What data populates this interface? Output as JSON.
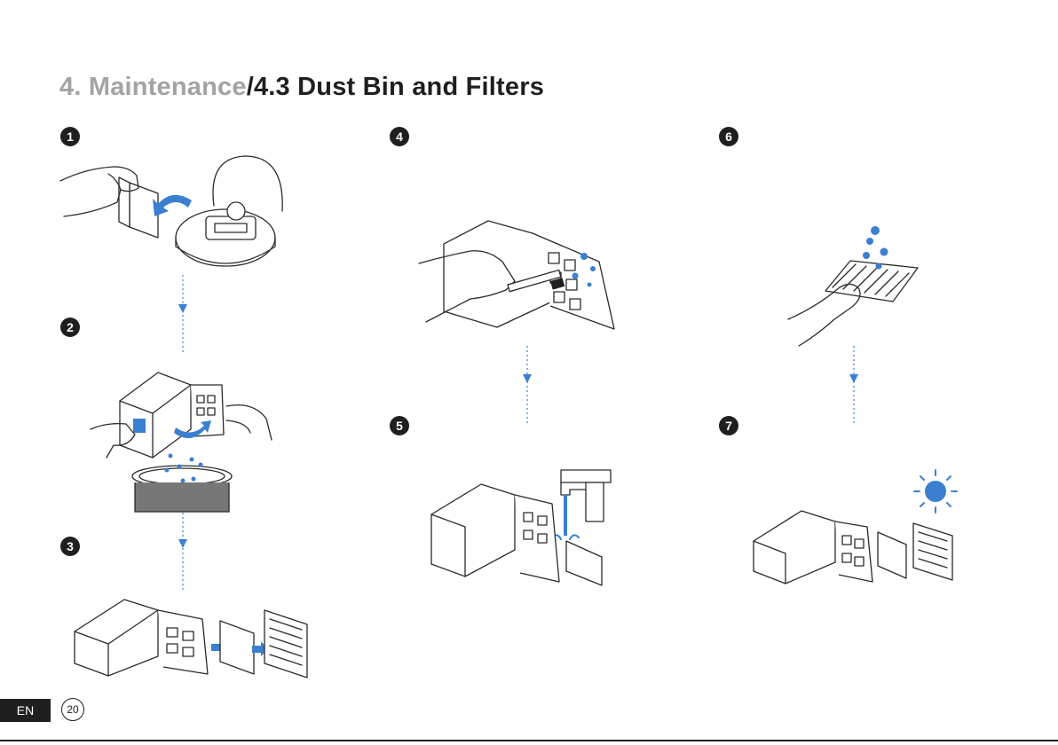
{
  "header": {
    "section": "4. Maintenance",
    "subsection": "/4.3 Dust Bin and Filters"
  },
  "steps": [
    "1",
    "2",
    "3",
    "4",
    "5",
    "6",
    "7"
  ],
  "footer": {
    "language": "EN",
    "page_number": "20"
  },
  "colors": {
    "accent": "#3b7fd0",
    "title_gray": "#a3a3a3",
    "text_dark": "#1f1f1f"
  }
}
